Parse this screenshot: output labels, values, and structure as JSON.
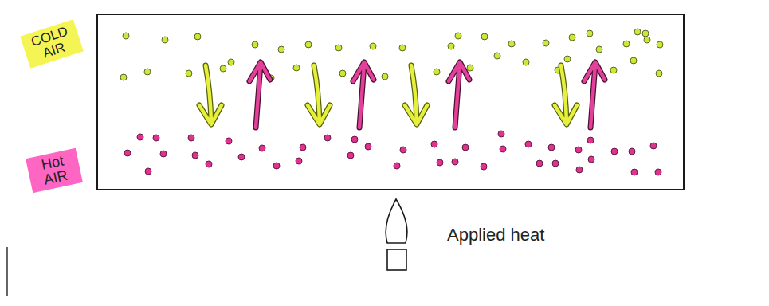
{
  "diagram": {
    "labels": [
      "COLD AIR",
      "Hot AIR",
      "Applied heat"
    ]
  }
}
